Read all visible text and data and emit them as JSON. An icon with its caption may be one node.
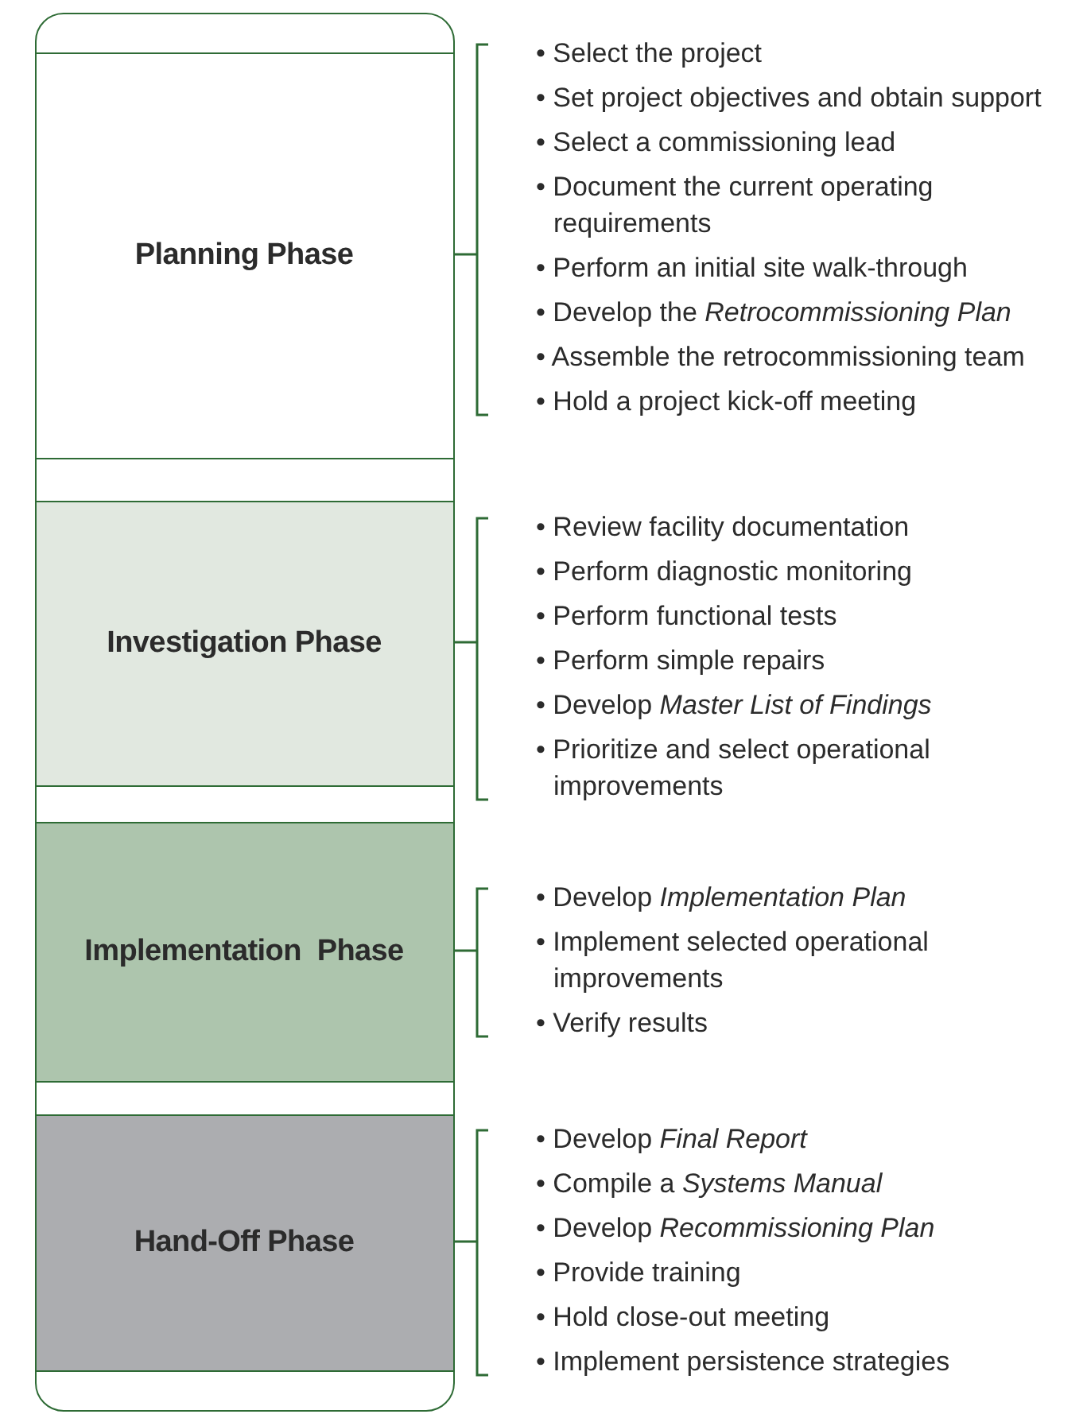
{
  "diagram": {
    "nodes": [
      {
        "text": [],
        "shape": "box"
      },
      {
        "text": [
          "Planning Phase"
        ],
        "in": 0,
        "beside": [
          "• Select the project",
          "• Set project objectives and obtain support",
          "• Select a commissioning lead",
          "• Document the current operating requirements",
          "• Perform an initial site walk-through",
          "• Develop the *Retrocommissioning Plan*",
          "• Assemble the retrocommissioning team",
          "• Hold a project kick-off meeting"
        ]
      },
      {
        "text": [
          "Investigation Phase"
        ],
        "in": 0,
        "beside": [
          "• Review facility documentation",
          "• Perform diagnostic monitoring",
          "• Perform functional tests",
          "• Perform simple repairs",
          "• Develop *Master List of Findings*",
          "• Prioritize and select operational improvements"
        ]
      },
      {
        "text": [
          "Implementation  Phase"
        ],
        "in": 0,
        "beside": [
          "• Develop *Implementation Plan*",
          "• Implement selected operational improvements",
          "• Verify results"
        ]
      },
      {
        "text": [
          "Hand-Off Phase"
        ],
        "in": 0,
        "beside": [
          "• Develop *Final Report*",
          "• Compile a *Systems Manual*",
          "• Develop *Recommissioning Plan*",
          "• Provide training",
          "• Hold close-out meeting",
          "• Implement persistence strategies"
        ]
      }
    ],
    "edges": []
  }
}
